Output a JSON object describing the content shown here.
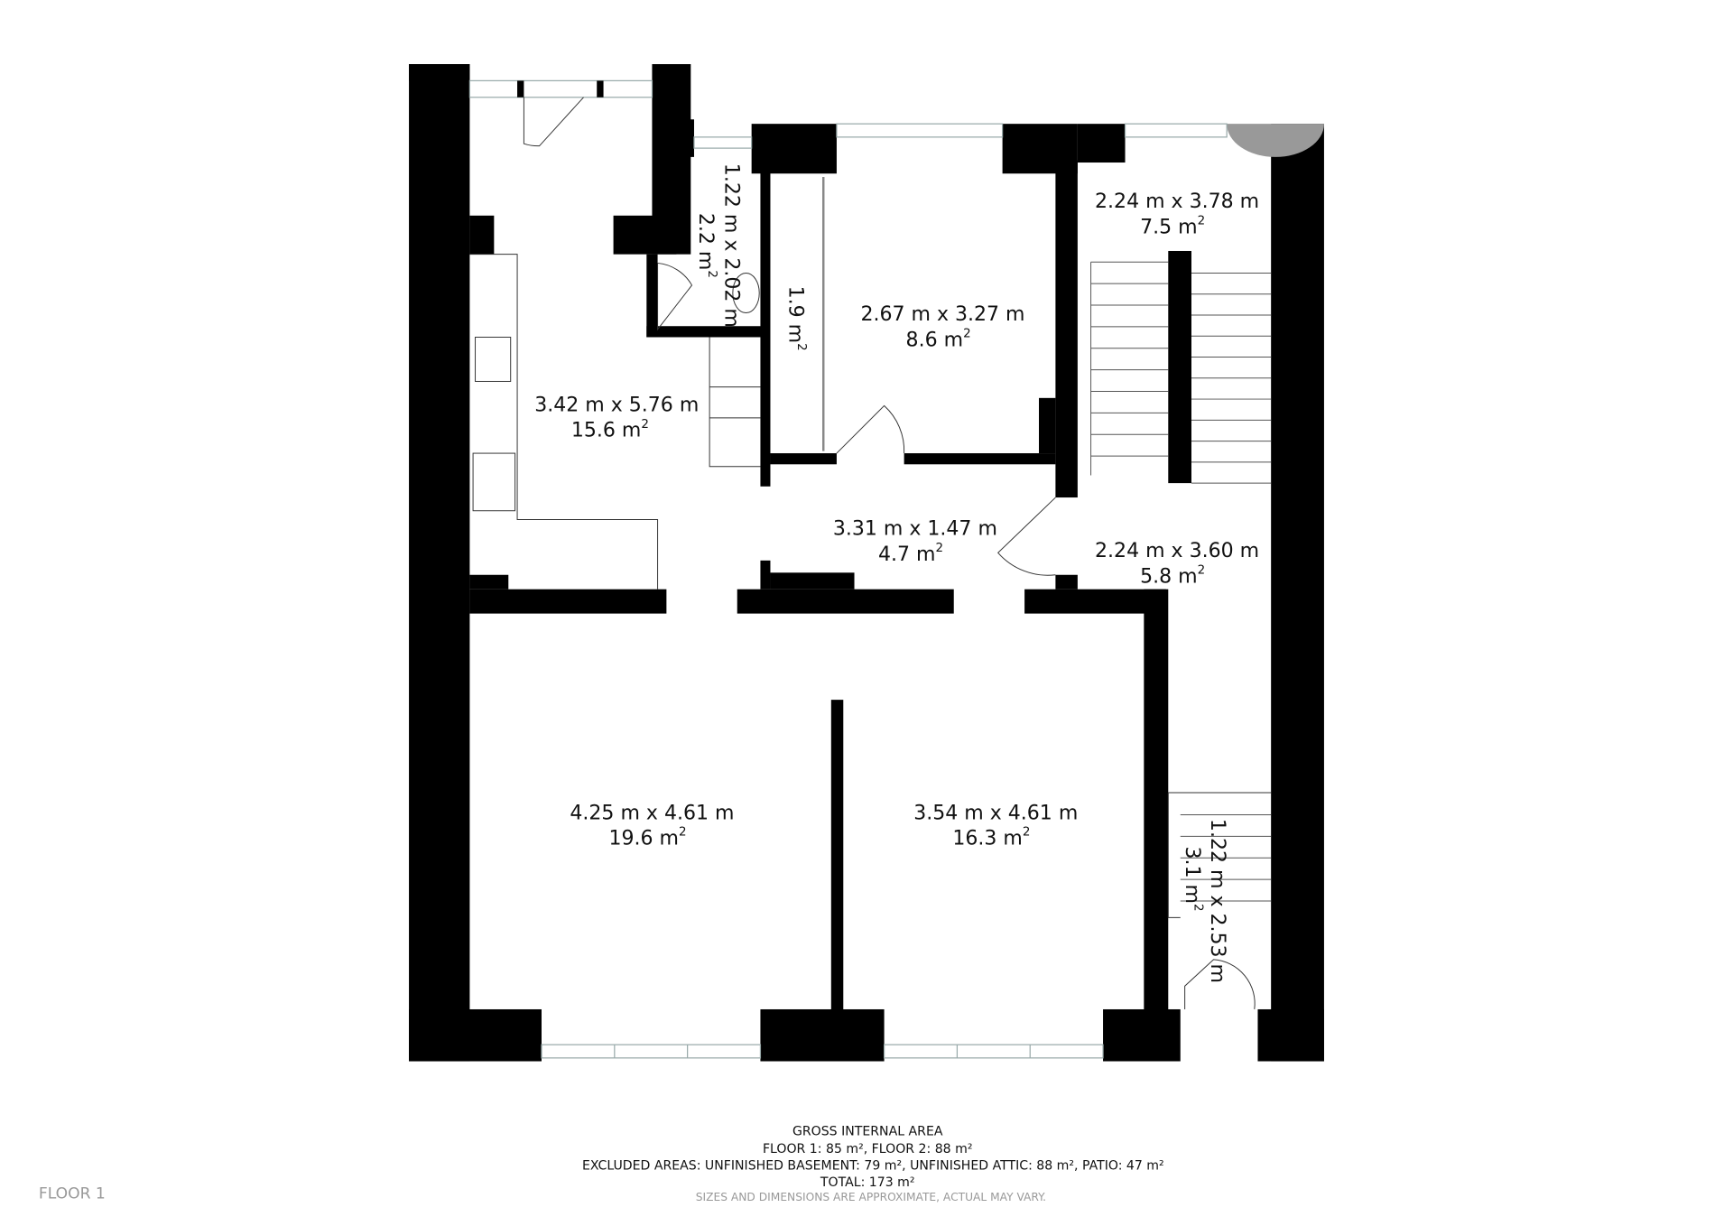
{
  "rooms": [
    {
      "id": "kitchen",
      "dims": "3.42 m x 5.76 m",
      "area": "15.6 m",
      "sup": "2"
    },
    {
      "id": "bathroom",
      "dims": "1.22 m x 2.02 m",
      "area": "2.2 m",
      "sup": "2"
    },
    {
      "id": "closet",
      "dims": "",
      "area": "1.9 m",
      "sup": "2"
    },
    {
      "id": "bedroom",
      "dims": "2.67 m x 3.27 m",
      "area": "8.6 m",
      "sup": "2"
    },
    {
      "id": "stair-top",
      "dims": "2.24 m x 3.78 m",
      "area": "7.5 m",
      "sup": "2"
    },
    {
      "id": "hallway",
      "dims": "3.31 m x 1.47 m",
      "area": "4.7 m",
      "sup": "2"
    },
    {
      "id": "landing",
      "dims": "2.24 m x 3.60 m",
      "area": "5.8 m",
      "sup": "2"
    },
    {
      "id": "living-left",
      "dims": "4.25 m x 4.61 m",
      "area": "19.6 m",
      "sup": "2"
    },
    {
      "id": "living-right",
      "dims": "3.54 m x 4.61 m",
      "area": "16.3 m",
      "sup": "2"
    },
    {
      "id": "entry-stair",
      "dims": "1.22 m x 2.53 m",
      "area": "3.1 m",
      "sup": "2"
    }
  ],
  "footer": {
    "title": "GROSS INTERNAL AREA",
    "floors": "FLOOR 1: 85 m², FLOOR 2: 88 m²",
    "excluded": "EXCLUDED AREAS: UNFINISHED BASEMENT: 79 m², UNFINISHED ATTIC: 88 m², PATIO: 47 m²",
    "total": "TOTAL: 173 m²",
    "disclaimer": "SIZES AND DIMENSIONS ARE APPROXIMATE, ACTUAL MAY VARY."
  },
  "floor_label": "FLOOR 1"
}
